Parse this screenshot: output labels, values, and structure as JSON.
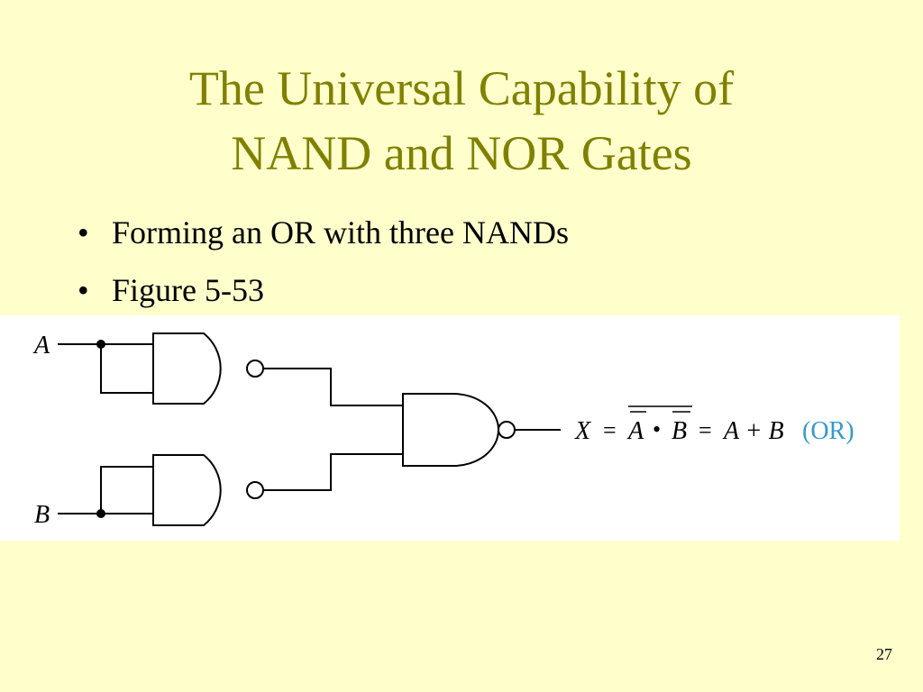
{
  "slide": {
    "title_line1": "The Universal Capability of",
    "title_line2": "NAND and NOR Gates",
    "bullets": [
      {
        "text": "Forming an OR with three NANDs"
      },
      {
        "text": "Figure 5-53"
      }
    ],
    "page_number": "27"
  },
  "diagram": {
    "input_a": "A",
    "input_b": "B",
    "eq_x": "X",
    "eq_eq1": "=",
    "eq_a": "A",
    "eq_dot": "•",
    "eq_b": "B",
    "eq_eq2": "=",
    "eq_sum": "A + B",
    "eq_label": "(OR)",
    "colors": {
      "title": "#808000",
      "background": "#FFFFCC",
      "or_label": "#3399CC",
      "line": "#000000"
    }
  }
}
